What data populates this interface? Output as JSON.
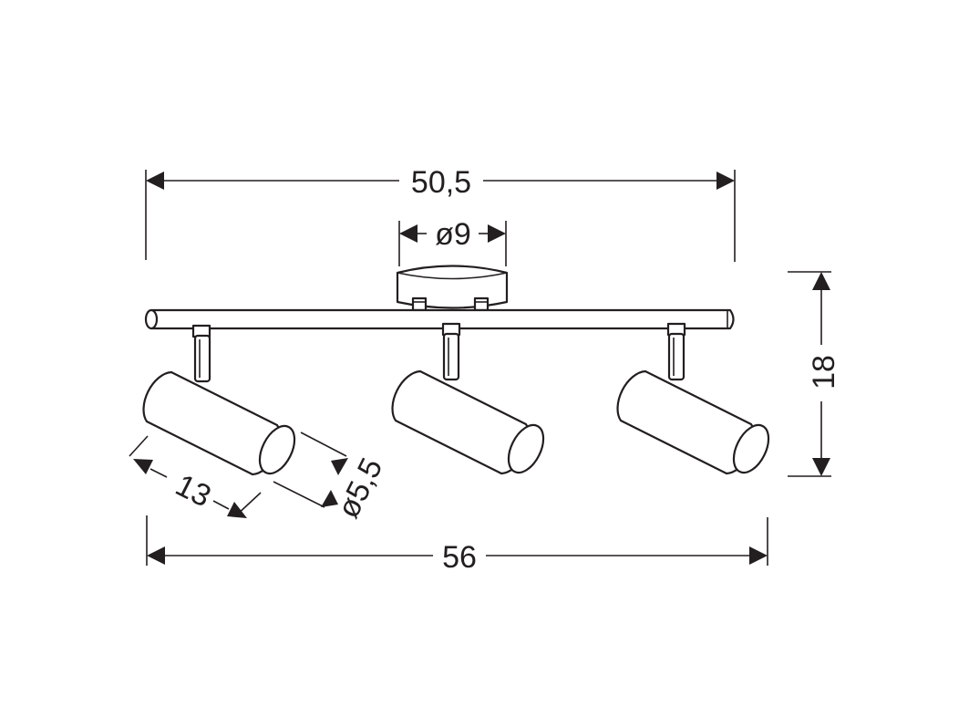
{
  "diagram": {
    "colors": {
      "ink": "#231f20",
      "background": "#ffffff"
    },
    "dimensions": {
      "mount_width": "50,5",
      "canopy_diameter": "ø9",
      "height": "18",
      "shade_length": "13",
      "shade_diameter": "ø5,5",
      "total_width": "56"
    }
  }
}
